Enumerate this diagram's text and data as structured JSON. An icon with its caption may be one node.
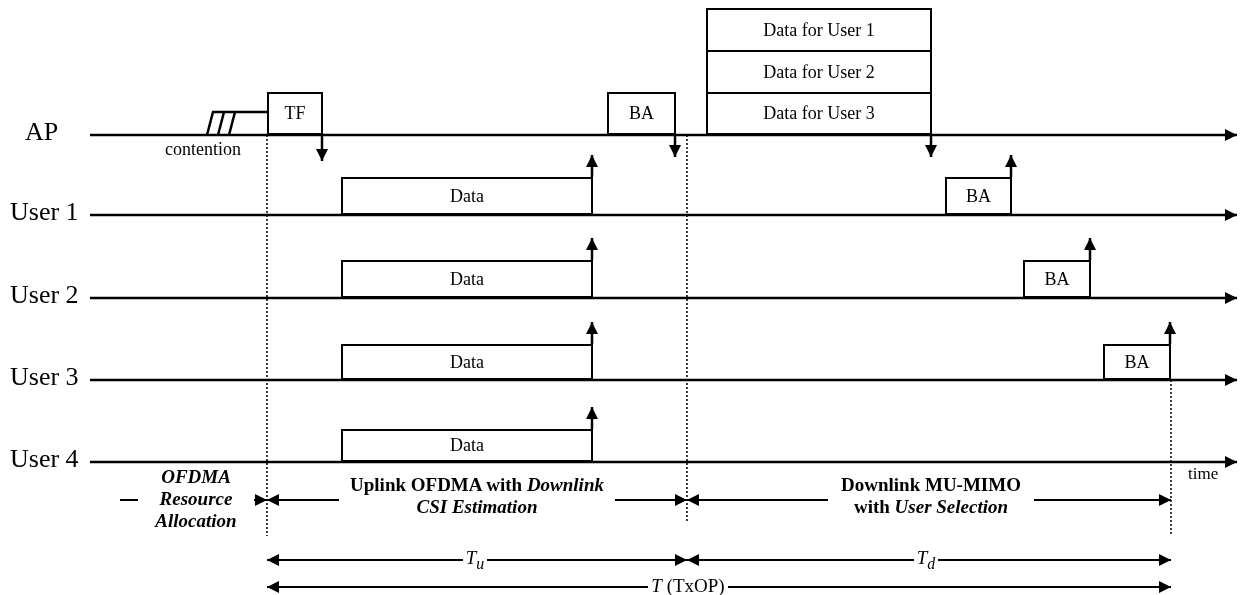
{
  "diagram": {
    "nodes": [
      {
        "text": [
          "TF"
        ]
      },
      {
        "text": [
          "BA"
        ]
      },
      {
        "text": [
          "Data for User 1"
        ]
      },
      {
        "text": [
          "Data for User 2"
        ]
      },
      {
        "text": [
          "Data for User 3"
        ]
      },
      {
        "text": [
          "Data"
        ]
      },
      {
        "text": [
          "Data"
        ]
      },
      {
        "text": [
          "Data"
        ]
      },
      {
        "text": [
          "Data"
        ]
      },
      {
        "text": [
          "BA"
        ]
      },
      {
        "text": [
          "BA"
        ]
      },
      {
        "text": [
          "BA"
        ]
      }
    ],
    "edges": [
      {
        "from": 0,
        "to": null,
        "arrow": "to"
      },
      {
        "from": 5,
        "to": null,
        "arrow": "to"
      },
      {
        "from": 6,
        "to": null,
        "arrow": "to"
      },
      {
        "from": 7,
        "to": null,
        "arrow": "to"
      },
      {
        "from": 8,
        "to": null,
        "arrow": "to"
      },
      {
        "from": 1,
        "to": null,
        "arrow": "to"
      },
      {
        "from": 4,
        "to": null,
        "arrow": "to"
      },
      {
        "from": 9,
        "to": null,
        "arrow": "to"
      },
      {
        "from": 10,
        "to": null,
        "arrow": "to"
      },
      {
        "from": 11,
        "to": null,
        "arrow": "to"
      }
    ],
    "labels": [
      "AP",
      "contention",
      "User 1",
      "User 2",
      "User 3",
      "User 4",
      "time",
      "OFDMA Resource Allocation",
      "Uplink OFDMA with *Downlink CSI Estimation*",
      "Downlink MU-MIMO with *User Selection*",
      "T$_{u}$",
      "T$_{d}$",
      "*T* (TxOP)"
    ]
  }
}
